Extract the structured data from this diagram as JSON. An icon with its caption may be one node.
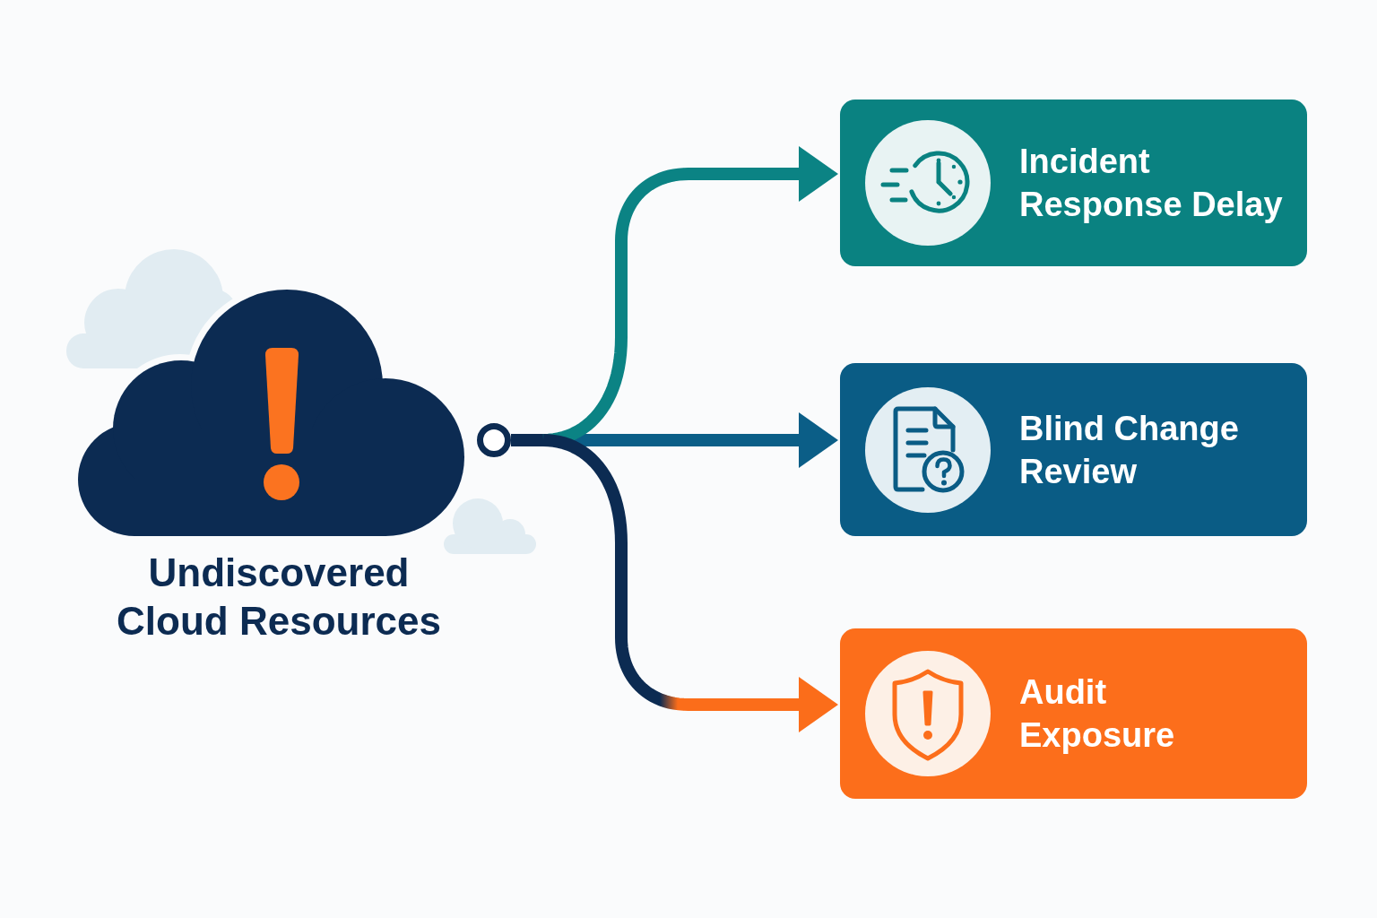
{
  "diagram": {
    "nodes": [
      {
        "text": [
          "Undiscovered Cloud Resources"
        ]
      },
      {
        "text": [],
        "shape": "circle"
      },
      {
        "text": [
          "Incident Response Delay"
        ]
      },
      {
        "text": [
          "Blind Change Review"
        ]
      },
      {
        "text": [
          "Audit Exposure"
        ]
      }
    ],
    "edges": [
      {
        "from": 1,
        "to": 2,
        "arrow": "to",
        "color": "#0b8384"
      },
      {
        "from": 1,
        "to": 3,
        "arrow": "to",
        "color": "#0b5e87"
      },
      {
        "from": 1,
        "to": 4,
        "arrow": "to",
        "color": "#fb6d1a"
      }
    ]
  }
}
